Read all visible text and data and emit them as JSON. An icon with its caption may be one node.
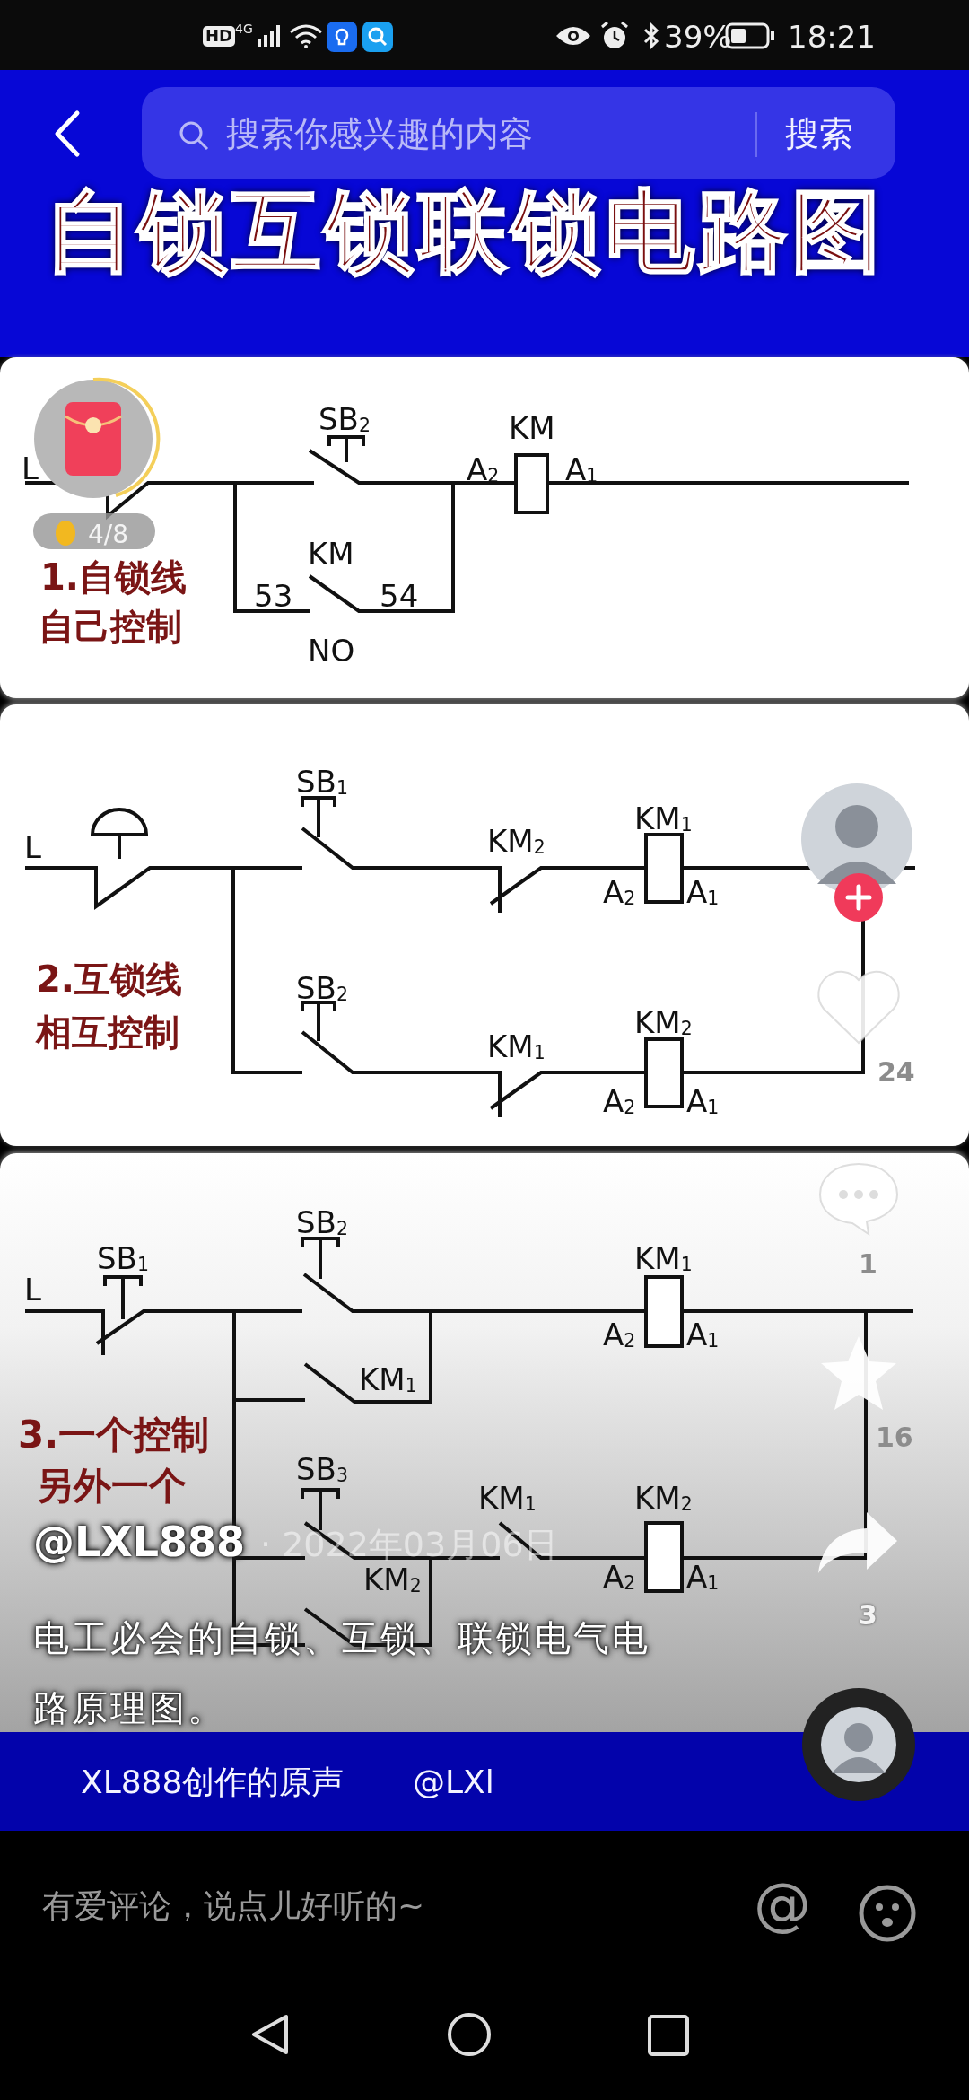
{
  "diagram": {
    "title": "自锁互锁联锁电路图",
    "labels": [
      "HD",
      "4G",
      "39%",
      "18:21",
      "搜索你感兴趣的内容",
      "搜索",
      "SB$_{2}$",
      "KM",
      "L",
      "A$_{2}$",
      "A$_{1}$",
      "4/8",
      "1.自锁线",
      "KM",
      "53",
      "54",
      "自己控制",
      "NO",
      "SB$_{1}$",
      "KM$_{1}$",
      "L",
      "KM$_{2}$",
      "A$_{2}$",
      "A$_{1}$",
      "2.互锁线",
      "SB$_{2}$",
      "KM$_{2}$",
      "24",
      "相互控制",
      "KM$_{1}$",
      "A$_{2}$",
      "A$_{1}$",
      "SB$_{2}$",
      "SB$_{1}$",
      "KM$_{1}$",
      "1",
      "L",
      "A$_{2}$",
      "A$_{1}$",
      "KM$_{1}$",
      "16",
      "3.一个控制",
      "SB$_{3}$",
      "KM$_{1}$",
      "KM$_{2}$",
      "另外一个",
      "@LXL888",
      "· 2022年03月06日",
      "A$_{2}$",
      "A$_{1}$",
      "3",
      "电工必会的自锁、互锁、联锁电气电路原理图。",
      "KM$_{2}$",
      "XL888创作的原声",
      "@LXl",
      "有爱评论，说点儿好听的~",
      "@"
    ]
  }
}
